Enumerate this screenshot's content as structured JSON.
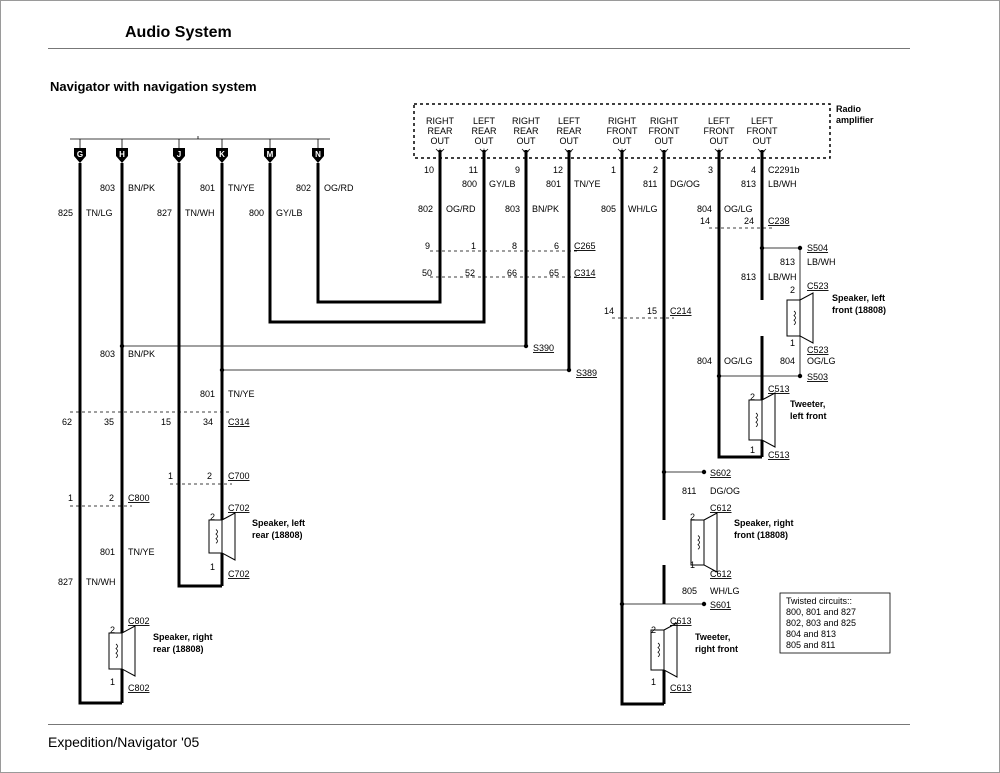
{
  "header": {
    "section": "Audio System",
    "diagram": "Navigator with navigation system"
  },
  "footer": {
    "text": "Expedition/Navigator '05"
  },
  "amplifier": {
    "name": "Radio amplifier",
    "connector": "C2291b",
    "outputs": [
      {
        "lines": [
          "RIGHT",
          "REAR",
          "OUT"
        ],
        "polarity": "+",
        "pin": "10"
      },
      {
        "lines": [
          "LEFT",
          "REAR",
          "OUT"
        ],
        "polarity": "+",
        "pin": "11"
      },
      {
        "lines": [
          "RIGHT",
          "REAR",
          "OUT"
        ],
        "polarity": "–",
        "pin": "9"
      },
      {
        "lines": [
          "LEFT",
          "REAR",
          "OUT"
        ],
        "polarity": "–",
        "pin": "12"
      },
      {
        "lines": [
          "RIGHT",
          "FRONT",
          "OUT"
        ],
        "polarity": "+",
        "pin": "1"
      },
      {
        "lines": [
          "RIGHT",
          "FRONT",
          "OUT"
        ],
        "polarity": "–",
        "pin": "2"
      },
      {
        "lines": [
          "LEFT",
          "FRONT",
          "OUT"
        ],
        "polarity": "+",
        "pin": "3"
      },
      {
        "lines": [
          "LEFT",
          "FRONT",
          "OUT"
        ],
        "polarity": "–",
        "pin": "4"
      }
    ]
  },
  "terminals": [
    "G",
    "H",
    "J",
    "K",
    "M",
    "N"
  ],
  "circuits_left": {
    "h_803": "803",
    "h_color": "BN/PK",
    "k_801": "801",
    "k_color": "TN/YE",
    "n_802": "802",
    "n_color": "OG/RD",
    "g_825": "825",
    "g_color": "TN/LG",
    "j_827": "827",
    "j_color": "TN/WH",
    "m_800": "800",
    "m_color": "GY/LB",
    "bus_803": "803",
    "bus_803_color": "BN/PK",
    "bus_801": "801",
    "bus_801_color": "TN/YE",
    "c314_pins": [
      "62",
      "35",
      "15",
      "34"
    ],
    "c314": "C314",
    "c700_pins": [
      "1",
      "2"
    ],
    "c700": "C700",
    "c800_pins": [
      "1",
      "2"
    ],
    "c800": "C800",
    "low_801": "801",
    "low_801_color": "TN/YE",
    "low_827": "827",
    "low_827_color": "TN/WH"
  },
  "circuits_amp": {
    "c800_lbl": "800",
    "c800_color": "GY/LB",
    "c801_lbl": "801",
    "c801_color": "TN/YE",
    "c811_lbl": "811",
    "c811_color": "DG/OG",
    "c813_lbl": "813",
    "c813_color": "LB/WH",
    "c802_lbl": "802",
    "c802_color": "OG/RD",
    "c803_lbl": "803",
    "c803_color": "BN/PK",
    "c805_lbl": "805",
    "c805_color": "WH/LG",
    "c804_lbl": "804",
    "c804_color": "OG/LG",
    "c238": "C238",
    "c238_pins": [
      "14",
      "24"
    ],
    "c265": "C265",
    "c265_pins": [
      "9",
      "1",
      "8",
      "6"
    ],
    "c314": "C314",
    "c314_pins": [
      "50",
      "52",
      "66",
      "65"
    ],
    "c214": "C214",
    "c214_pins": [
      "14",
      "15"
    ],
    "s390": "S390",
    "s389": "S389"
  },
  "speakers": {
    "left_front": {
      "name_lines": [
        "Speaker, left",
        "front (18808)"
      ],
      "top_conn": "C523",
      "bottom_conn": "C523",
      "pins": [
        "2",
        "1"
      ]
    },
    "left_front_tweeter": {
      "name_lines": [
        "Tweeter,",
        "left front"
      ],
      "top_conn": "C513",
      "bottom_conn": "C513",
      "pins": [
        "2",
        "1"
      ]
    },
    "right_front": {
      "name_lines": [
        "Speaker, right",
        "front (18808)"
      ],
      "top_conn": "C612",
      "bottom_conn": "C612",
      "pins": [
        "2",
        "1"
      ]
    },
    "right_front_tweeter": {
      "name_lines": [
        "Tweeter,",
        "right front"
      ],
      "top_conn": "C613",
      "bottom_conn": "C613",
      "pins": [
        "2",
        "1"
      ]
    },
    "left_rear": {
      "name_lines": [
        "Speaker, left",
        "rear (18808)"
      ],
      "top_conn": "C702",
      "bottom_conn": "C702",
      "pins": [
        "2",
        "1"
      ]
    },
    "right_rear": {
      "name_lines": [
        "Speaker, right",
        "rear (18808)"
      ],
      "top_conn": "C802",
      "bottom_conn": "C802",
      "pins": [
        "2",
        "1"
      ]
    }
  },
  "left_front_circuit": {
    "s504": "S504",
    "lf_813a": "813",
    "lf_813a_color": "LB/WH",
    "lf_813b": "813",
    "lf_813b_color": "LB/WH",
    "s503": "S503",
    "lf_804a": "804",
    "lf_804a_color": "OG/LG",
    "lf_804b": "804",
    "lf_804b_color": "OG/LG"
  },
  "right_front_circuit": {
    "s602": "S602",
    "rf_811": "811",
    "rf_811_color": "DG/OG",
    "s601": "S601",
    "rf_805": "805",
    "rf_805_color": "WH/LG"
  },
  "twisted_note": {
    "title": "Twisted circuits::",
    "lines": [
      "800, 801 and 827",
      "802, 803 and 825",
      "804 and 813",
      "805 and 811"
    ]
  }
}
